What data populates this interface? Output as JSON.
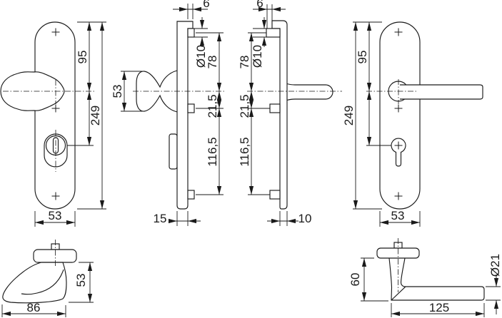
{
  "drawing": {
    "background": "#ffffff",
    "line_color": "#1a1a1a",
    "views": {
      "front_knob_plate": {
        "dims": {
          "top_to_handle": "95",
          "total_height": "249",
          "width": "53"
        }
      },
      "side_knob_plate": {
        "dims": {
          "edge": "6",
          "pin_diameter": "Ø10",
          "pin_to_handle": "78",
          "handle_to_cylinder": "21,5",
          "cylinder_to_pin": "116,5",
          "knob_projection": "53",
          "thickness": "15"
        }
      },
      "side_lever_plate": {
        "dims": {
          "edge": "6",
          "pin_diameter": "Ø10",
          "pin_to_handle": "78",
          "handle_to_cylinder": "21,5",
          "cylinder_to_pin": "116,5",
          "thickness": "10"
        }
      },
      "front_lever_plate": {
        "dims": {
          "top_to_handle": "95",
          "total_height": "249",
          "width": "53"
        }
      },
      "knob_top": {
        "dims": {
          "projection": "53",
          "width": "86"
        }
      },
      "lever_top": {
        "dims": {
          "projection": "60",
          "length": "125",
          "grip_diameter": "Ø21"
        }
      }
    }
  }
}
